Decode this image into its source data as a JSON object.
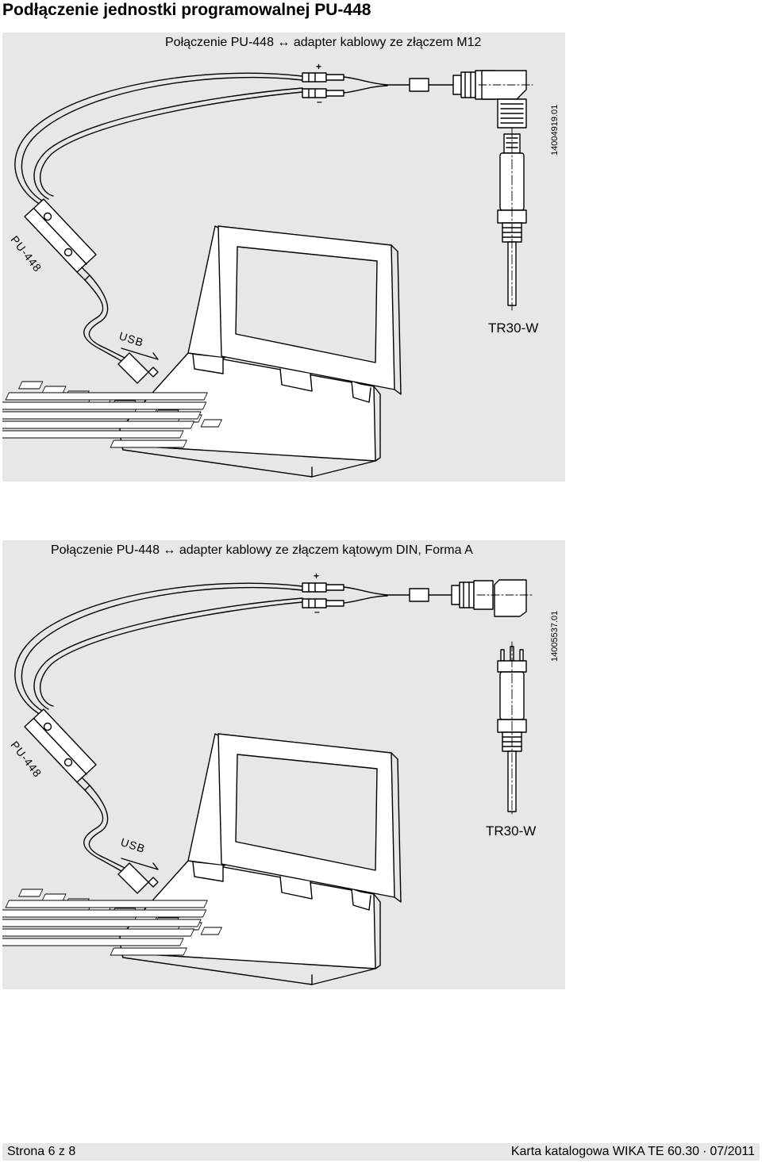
{
  "page": {
    "title": "Podłączenie jednostki programowalnej PU-448"
  },
  "figures": [
    {
      "caption": "Połączenie PU-448 ↔ adapter kablowy ze złączem M12",
      "drawing_code": "14004919.01",
      "device_label": "TR30-W",
      "unit_label": "PU-448",
      "usb_label": "USB",
      "plus": "+",
      "minus": "–"
    },
    {
      "caption": "Połączenie PU-448 ↔ adapter kablowy ze złączem kątowym DIN, Forma A",
      "drawing_code": "14005537.01",
      "device_label": "TR30-W",
      "unit_label": "PU-448",
      "usb_label": "USB",
      "plus": "+",
      "minus": "–"
    }
  ],
  "footer": {
    "left": "Strona 6 z 8",
    "right": "Karta katalogowa WIKA TE 60.30 ∙ 07/2011"
  }
}
